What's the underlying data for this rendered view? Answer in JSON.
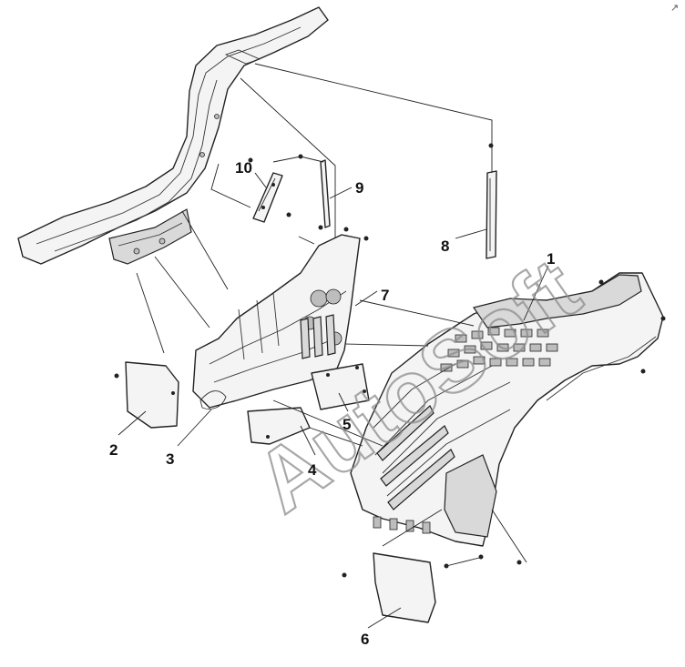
{
  "watermark": "AutoSoft",
  "corner_mark": "↗",
  "callouts": {
    "p1": "1",
    "p2": "2",
    "p3": "3",
    "p4": "4",
    "p5": "5",
    "p6": "6",
    "p7": "7",
    "p8": "8",
    "p9": "9",
    "p10": "10"
  }
}
